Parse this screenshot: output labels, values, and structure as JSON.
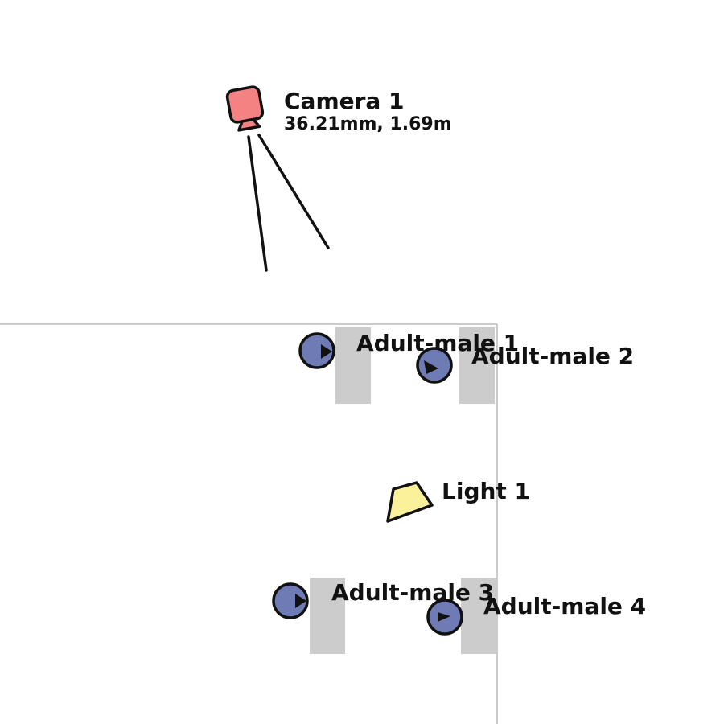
{
  "colors": {
    "background": "#ffffff",
    "room_line": "#bbbbbb",
    "floor_mark": "#cccccc",
    "camera_fill": "#f48282",
    "person_fill": "#6e7bb4",
    "light_fill": "#fbf19a",
    "outline": "#111111"
  },
  "camera": {
    "name": "Camera 1",
    "specs": "36.21mm, 1.69m",
    "icon": "camera-icon"
  },
  "light": {
    "name": "Light 1",
    "icon": "light-icon"
  },
  "subjects": [
    {
      "name": "Adult-male 1",
      "icon": "person-icon"
    },
    {
      "name": "Adult-male 2",
      "icon": "person-icon"
    },
    {
      "name": "Adult-male 3",
      "icon": "person-icon"
    },
    {
      "name": "Adult-male 4",
      "icon": "person-icon"
    }
  ]
}
